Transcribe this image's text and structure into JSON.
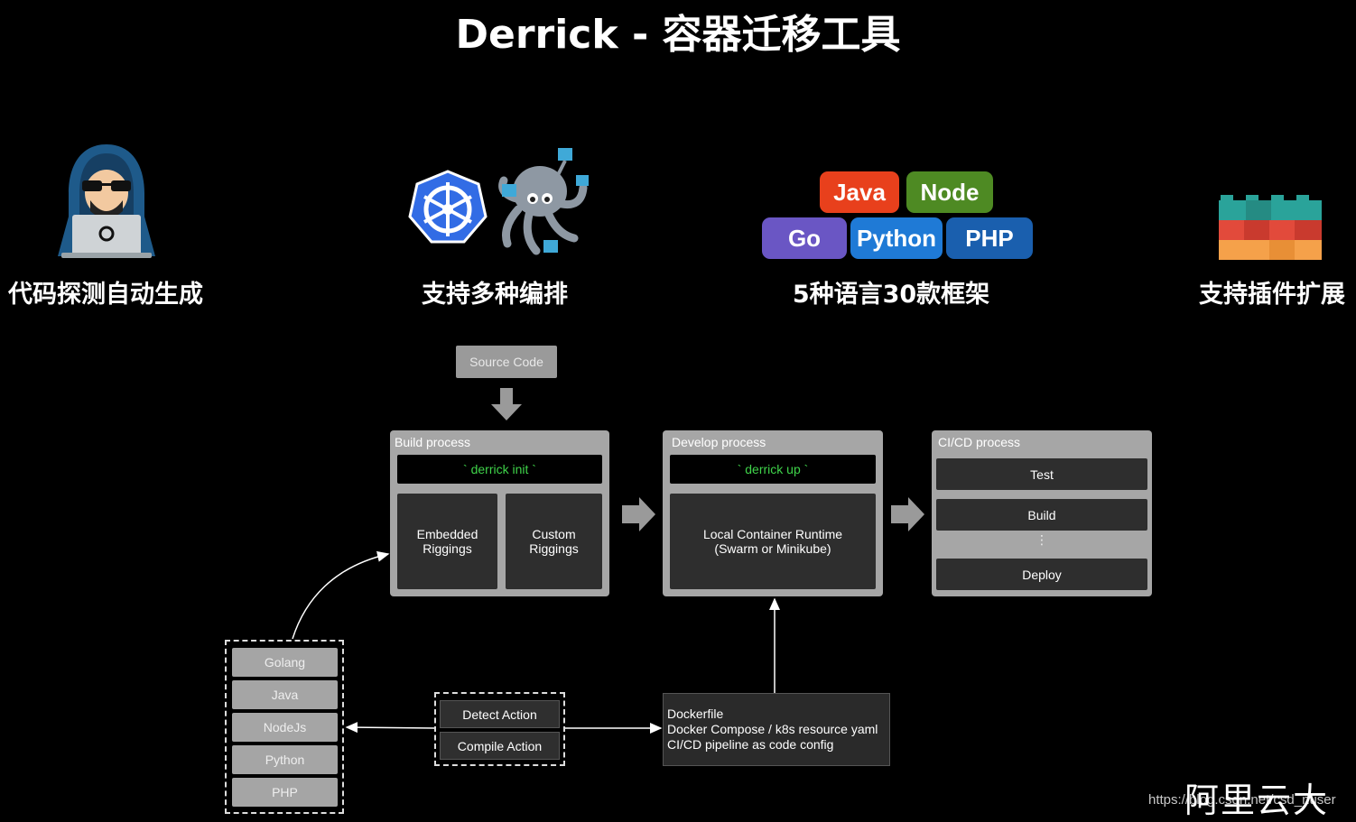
{
  "title": "Derrick - 容器迁移工具",
  "features": [
    {
      "label": "代码探测自动生成",
      "icon": "hacker-laptop-icon"
    },
    {
      "label": "支持多种编排",
      "icon": "kubernetes-docker-icon"
    },
    {
      "label": "5种语言30款框架",
      "icon": "language-tags-icon"
    },
    {
      "label": "支持插件扩展",
      "icon": "plugin-blocks-icon"
    }
  ],
  "language_tags": [
    {
      "label": "Java",
      "color": "#e8401c"
    },
    {
      "label": "Node",
      "color": "#4e8a23"
    },
    {
      "label": "Go",
      "color": "#6a56c4"
    },
    {
      "label": "Python",
      "color": "#1f7ad6"
    },
    {
      "label": "PHP",
      "color": "#1a5fae"
    }
  ],
  "source_code": "Source Code",
  "build": {
    "title": "Build process",
    "command": "` derrick init `",
    "left": "Embedded\nRiggings",
    "right": "Custom\nRiggings"
  },
  "develop": {
    "title": "Develop process",
    "command": "` derrick up `",
    "runtime": "Local Container Runtime\n(Swarm or Minikube)"
  },
  "cicd": {
    "title": "CI/CD process",
    "steps": [
      "Test",
      "Build",
      "Deploy"
    ],
    "dots": "⋮"
  },
  "languages": [
    "Golang",
    "Java",
    "NodeJs",
    "Python",
    "PHP"
  ],
  "actions": [
    "Detect Action",
    "Compile Action"
  ],
  "configs": [
    "Dockerfile",
    "Docker Compose / k8s resource yaml",
    "CI/CD pipeline as code config"
  ],
  "watermark": {
    "url": "https://blog.csdn.net/csd_nuser",
    "cn": "阿里云大"
  },
  "colors": {
    "background": "#000000",
    "command_text": "#3fd34a",
    "k8s_blue": "#326ce5"
  }
}
